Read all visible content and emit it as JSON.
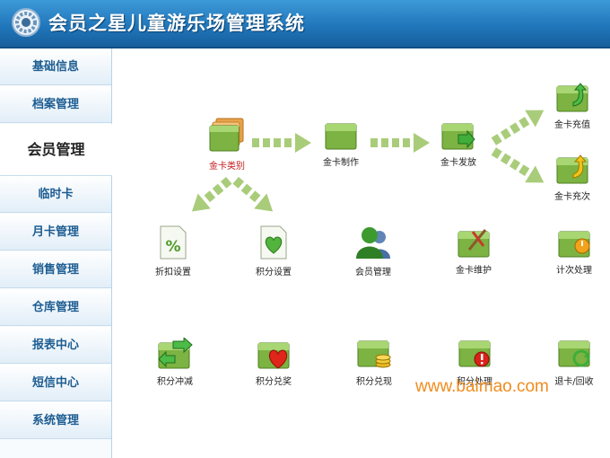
{
  "app": {
    "title": "会员之星儿童游乐场管理系统",
    "logo_icon": "gear-logo-icon"
  },
  "sidebar": {
    "items": [
      {
        "label": "基础信息"
      },
      {
        "label": "档案管理"
      },
      {
        "label": "会员管理",
        "active": true
      },
      {
        "label": "临时卡"
      },
      {
        "label": "月卡管理"
      },
      {
        "label": "销售管理"
      },
      {
        "label": "仓库管理"
      },
      {
        "label": "报表中心"
      },
      {
        "label": "短信中心"
      },
      {
        "label": "系统管理"
      }
    ]
  },
  "flow": {
    "card_type": {
      "label": "金卡类别",
      "icon": "card-stack-icon"
    },
    "card_make": {
      "label": "金卡制作",
      "icon": "card-icon"
    },
    "card_issue": {
      "label": "金卡发放",
      "icon": "card-issue-icon"
    },
    "card_recharge_value": {
      "label": "金卡充值",
      "icon": "card-recharge-icon"
    },
    "card_recharge_times": {
      "label": "金卡充次",
      "icon": "card-recharge-times-icon"
    }
  },
  "functions": {
    "discount_settings": {
      "label": "折扣设置",
      "icon": "percent-doc-icon"
    },
    "points_settings": {
      "label": "积分设置",
      "icon": "heart-doc-icon"
    },
    "member_management": {
      "label": "会员管理",
      "icon": "users-icon"
    },
    "card_maintenance": {
      "label": "金卡维护",
      "icon": "card-tools-icon"
    },
    "count_processing": {
      "label": "计次处理",
      "icon": "card-clock-icon"
    },
    "points_offset": {
      "label": "积分冲减",
      "icon": "card-arrow-icon"
    },
    "points_redeem_prize": {
      "label": "积分兑奖",
      "icon": "card-heart-icon"
    },
    "points_redeem_cash": {
      "label": "积分兑现",
      "icon": "card-coins-icon"
    },
    "loss_report": {
      "label": "积分处理",
      "icon": "card-alert-icon"
    },
    "card_return": {
      "label": "退卡/回收",
      "icon": "card-recycle-icon"
    }
  },
  "watermark": {
    "text": "www.baimao.com"
  },
  "colors": {
    "header": "#1f74b8",
    "card_green": "#7cb342",
    "arrow_green": "#a9cc7a",
    "watermark": "#f08c1e"
  }
}
